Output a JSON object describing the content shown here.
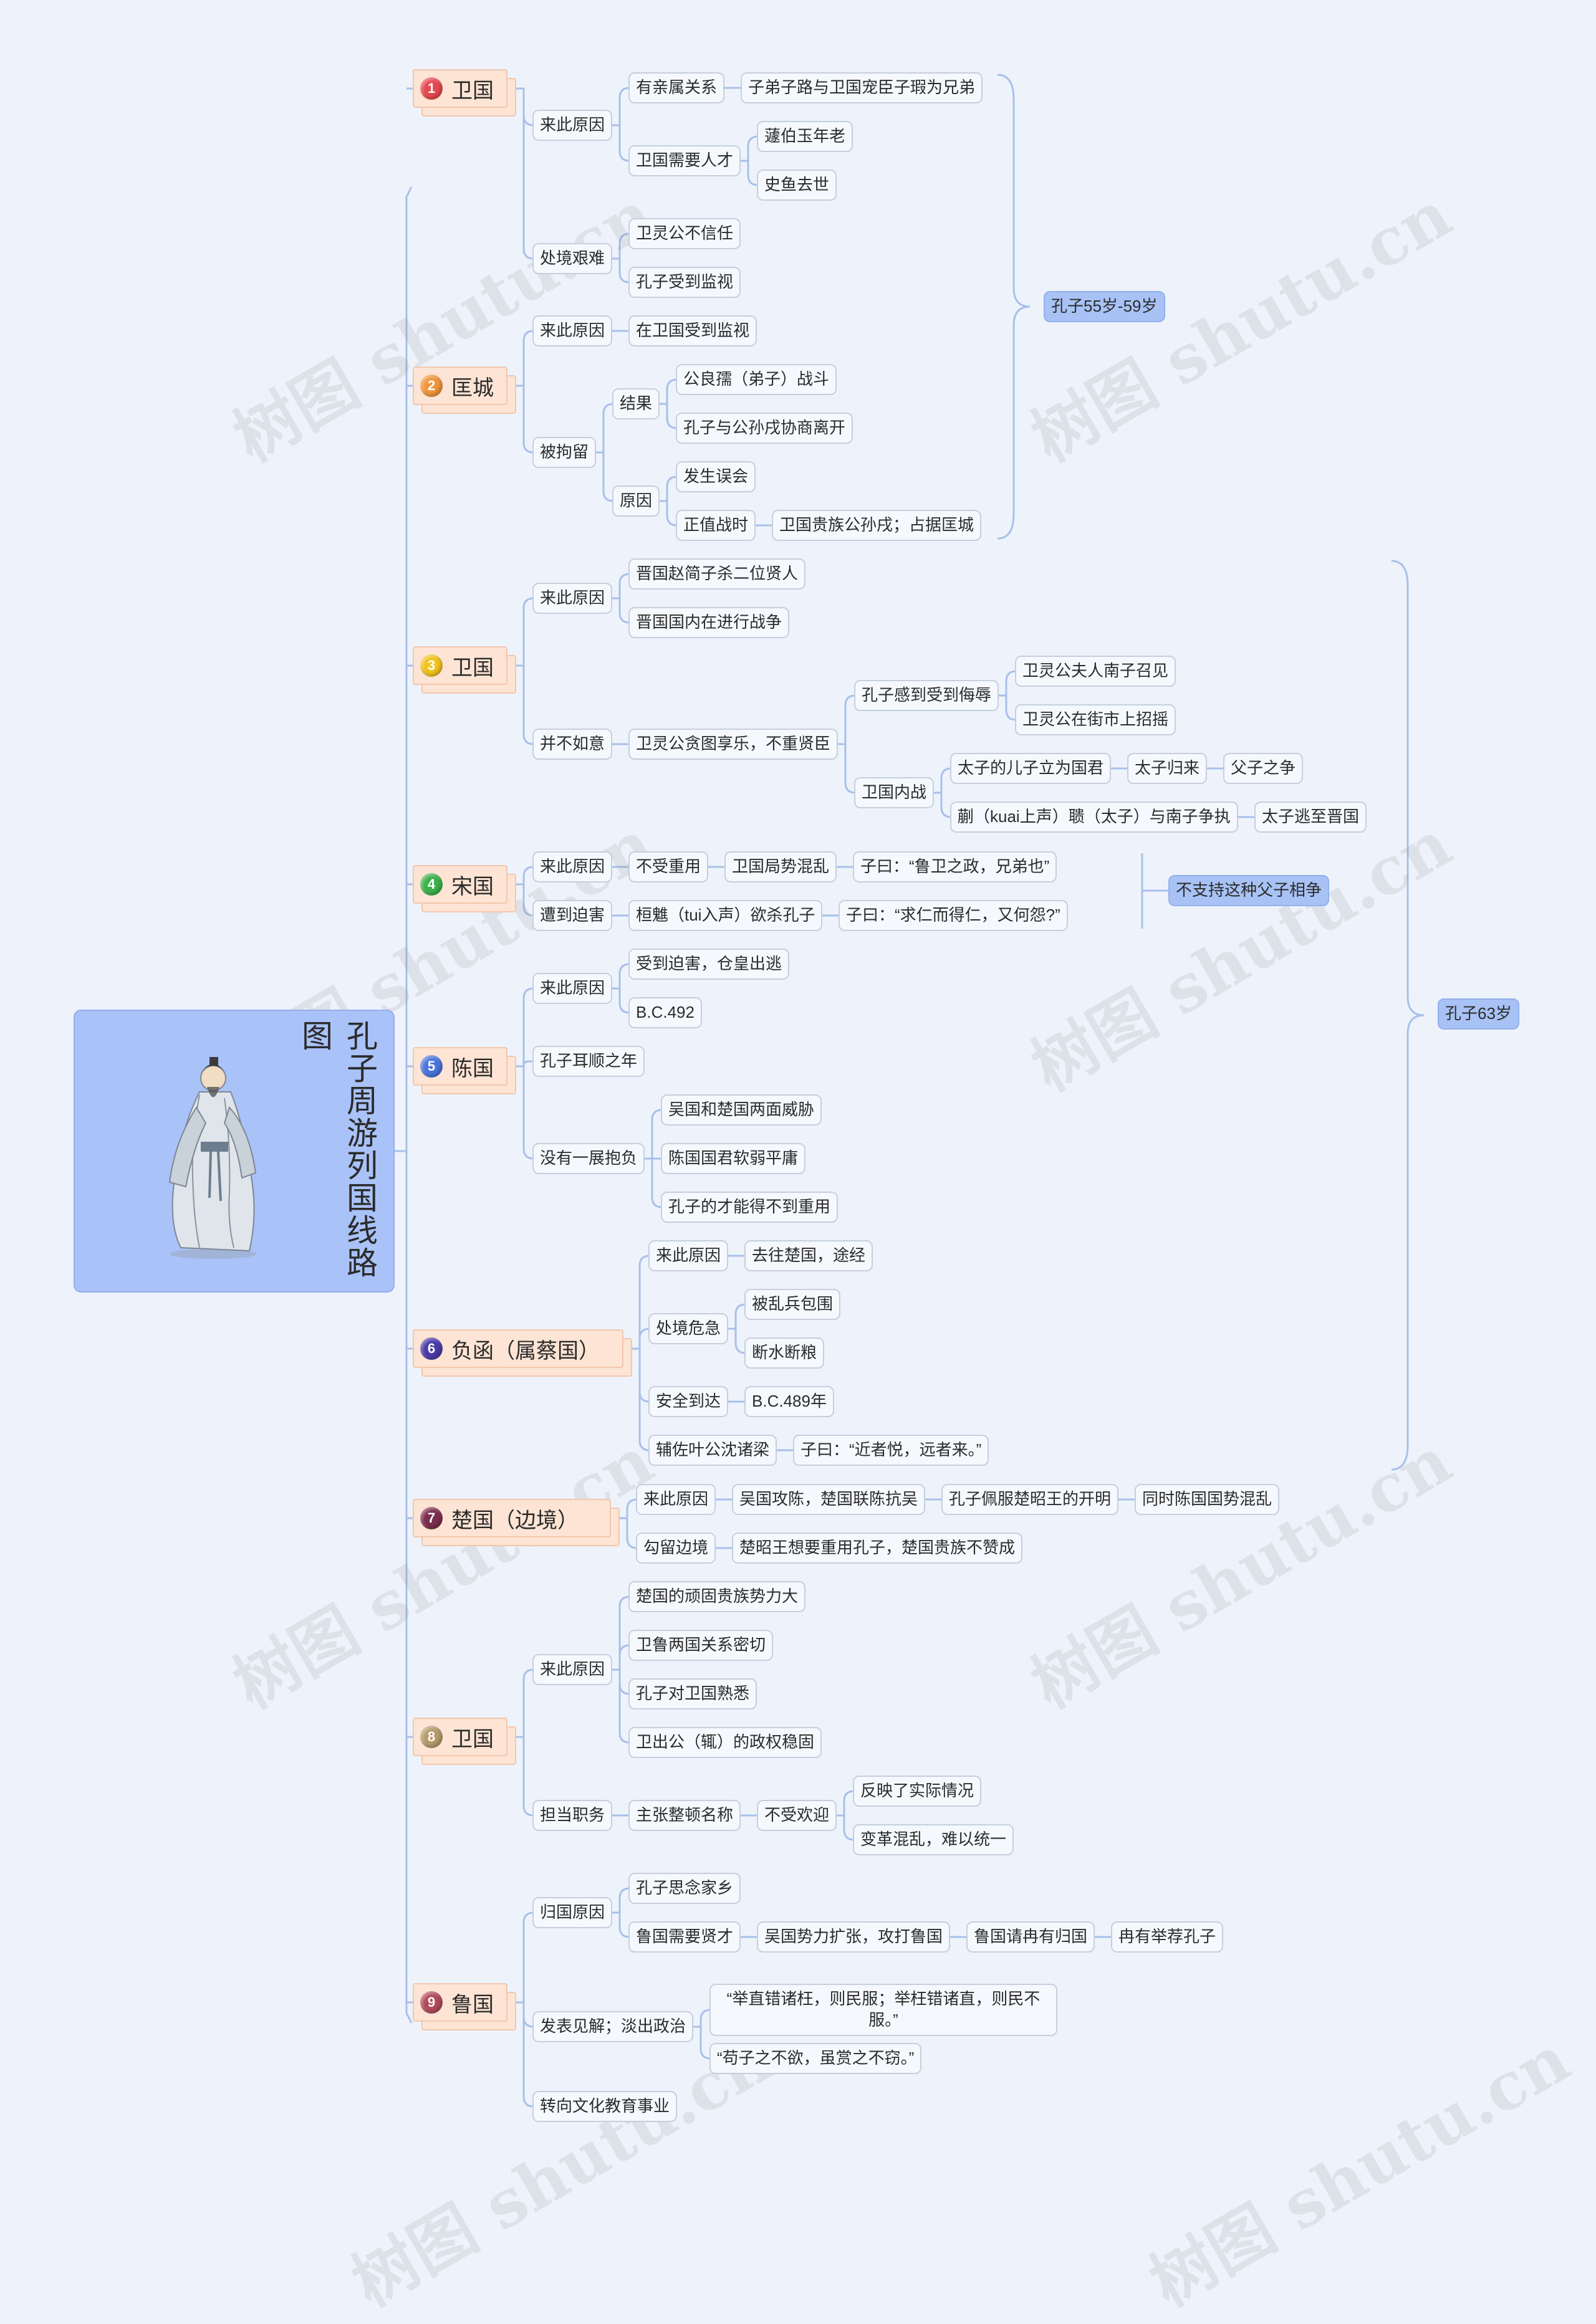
{
  "root": {
    "title": "孔子周游列国线路图"
  },
  "watermark": "树图 shutu.cn",
  "colors": {
    "line": "#a8c0ea",
    "accent": "#a8c2f5",
    "topic_bg": "#fde4d4"
  },
  "branches": [
    {
      "num": "1",
      "label": "卫国",
      "color": "#e5484f",
      "children": [
        {
          "label": "来此原因",
          "children": [
            {
              "label": "有亲属关系",
              "children": [
                {
                  "label": "子弟子路与卫国宠臣子瑕为兄弟"
                }
              ]
            },
            {
              "label": "卫国需要人才",
              "children": [
                {
                  "label": "蘧伯玉年老"
                },
                {
                  "label": "史鱼去世"
                }
              ]
            }
          ]
        },
        {
          "label": "处境艰难",
          "children": [
            {
              "label": "卫灵公不信任"
            },
            {
              "label": "孔子受到监视"
            }
          ]
        }
      ]
    },
    {
      "num": "2",
      "label": "匡城",
      "color": "#f0953c",
      "children": [
        {
          "label": "来此原因",
          "children": [
            {
              "label": "在卫国受到监视"
            }
          ]
        },
        {
          "label": "被拘留",
          "children": [
            {
              "label": "结果",
              "children": [
                {
                  "label": "公良孺（弟子）战斗"
                },
                {
                  "label": "孔子与公孙戌协商离开"
                }
              ]
            },
            {
              "label": "原因",
              "children": [
                {
                  "label": "发生误会"
                },
                {
                  "label": "正值战时",
                  "children": [
                    {
                      "label": "卫国贵族公孙戌；占据匡城"
                    }
                  ]
                }
              ]
            }
          ]
        }
      ]
    },
    {
      "num": "3",
      "label": "卫国",
      "color": "#f2c21e",
      "children": [
        {
          "label": "来此原因",
          "children": [
            {
              "label": "晋国赵简子杀二位贤人"
            },
            {
              "label": "晋国国内在进行战争"
            }
          ]
        },
        {
          "label": "并不如意",
          "children": [
            {
              "label": "卫灵公贪图享乐，不重贤臣",
              "children": [
                {
                  "label": "孔子感到受到侮辱",
                  "children": [
                    {
                      "label": "卫灵公夫人南子召见"
                    },
                    {
                      "label": "卫灵公在街市上招摇"
                    }
                  ]
                },
                {
                  "label": "卫国内战",
                  "children": [
                    {
                      "label": "太子的儿子立为国君",
                      "children": [
                        {
                          "label": "太子归来",
                          "children": [
                            {
                              "label": "父子之争"
                            }
                          ]
                        }
                      ]
                    },
                    {
                      "label": "蒯（kuai上声）聩（太子）与南子争执",
                      "children": [
                        {
                          "label": "太子逃至晋国"
                        }
                      ]
                    }
                  ]
                }
              ]
            }
          ]
        }
      ]
    },
    {
      "num": "4",
      "label": "宋国",
      "color": "#3cb04a",
      "children": [
        {
          "label": "来此原因",
          "children": [
            {
              "label": "不受重用",
              "children": [
                {
                  "label": "卫国局势混乱",
                  "children": [
                    {
                      "label": "子曰：“鲁卫之政，兄弟也”"
                    }
                  ]
                }
              ]
            }
          ]
        },
        {
          "label": "遭到迫害",
          "children": [
            {
              "label": "桓魋（tui入声）欲杀孔子",
              "children": [
                {
                  "label": "子曰：“求仁而得仁，又何怨?”"
                }
              ]
            }
          ]
        }
      ]
    },
    {
      "num": "5",
      "label": "陈国",
      "color": "#4a74dd",
      "children": [
        {
          "label": "来此原因",
          "children": [
            {
              "label": "受到迫害，仓皇出逃"
            },
            {
              "label": "B.C.492"
            }
          ]
        },
        {
          "label": "孔子耳顺之年"
        },
        {
          "label": "没有一展抱负",
          "children": [
            {
              "label": "吴国和楚国两面威胁"
            },
            {
              "label": "陈国国君软弱平庸"
            },
            {
              "label": "孔子的才能得不到重用"
            }
          ]
        }
      ]
    },
    {
      "num": "6",
      "label": "负函（属蔡国）",
      "color": "#4b3aa8",
      "children": [
        {
          "label": "来此原因",
          "children": [
            {
              "label": "去往楚国，途经"
            }
          ]
        },
        {
          "label": "处境危急",
          "children": [
            {
              "label": "被乱兵包围"
            },
            {
              "label": "断水断粮"
            }
          ]
        },
        {
          "label": "安全到达",
          "children": [
            {
              "label": "B.C.489年"
            }
          ]
        },
        {
          "label": "辅佐叶公沈诸梁",
          "children": [
            {
              "label": "子曰：“近者悦，远者来。”"
            }
          ]
        }
      ]
    },
    {
      "num": "7",
      "label": "楚国（边境）",
      "color": "#7a2d4e",
      "children": [
        {
          "label": "来此原因",
          "children": [
            {
              "label": "吴国攻陈，楚国联陈抗吴",
              "children": [
                {
                  "label": "孔子佩服楚昭王的开明",
                  "children": [
                    {
                      "label": "同时陈国国势混乱"
                    }
                  ]
                }
              ]
            }
          ]
        },
        {
          "label": "勾留边境",
          "children": [
            {
              "label": "楚昭王想要重用孔子，楚国贵族不赞成"
            }
          ]
        }
      ]
    },
    {
      "num": "8",
      "label": "卫国",
      "color": "#b59a6b",
      "children": [
        {
          "label": "来此原因",
          "children": [
            {
              "label": "楚国的顽固贵族势力大"
            },
            {
              "label": "卫鲁两国关系密切"
            },
            {
              "label": "孔子对卫国熟悉"
            },
            {
              "label": "卫出公（辄）的政权稳固"
            }
          ]
        },
        {
          "label": "担当职务",
          "children": [
            {
              "label": "主张整顿名称",
              "children": [
                {
                  "label": "不受欢迎",
                  "children": [
                    {
                      "label": "反映了实际情况"
                    },
                    {
                      "label": "变革混乱，难以统一"
                    }
                  ]
                }
              ]
            }
          ]
        }
      ]
    },
    {
      "num": "9",
      "label": "鲁国",
      "color": "#b04a5a",
      "children": [
        {
          "label": "归国原因",
          "children": [
            {
              "label": "孔子思念家乡"
            },
            {
              "label": "鲁国需要贤才",
              "children": [
                {
                  "label": "吴国势力扩张，攻打鲁国",
                  "children": [
                    {
                      "label": "鲁国请冉有归国",
                      "children": [
                        {
                          "label": "冉有举荐孔子"
                        }
                      ]
                    }
                  ]
                }
              ]
            }
          ]
        },
        {
          "label": "发表见解；淡出政治",
          "children": [
            {
              "label": "“举直错诸枉，则民服；举枉错诸直，则民不服。”"
            },
            {
              "label": "“苟子之不欲，虽赏之不窃。”"
            }
          ]
        },
        {
          "label": "转向文化教育事业"
        }
      ]
    }
  ],
  "summaries": [
    {
      "label": "孔子55岁-59岁"
    },
    {
      "label": "孔子63岁"
    },
    {
      "label": "不支持这种父子相争"
    }
  ]
}
